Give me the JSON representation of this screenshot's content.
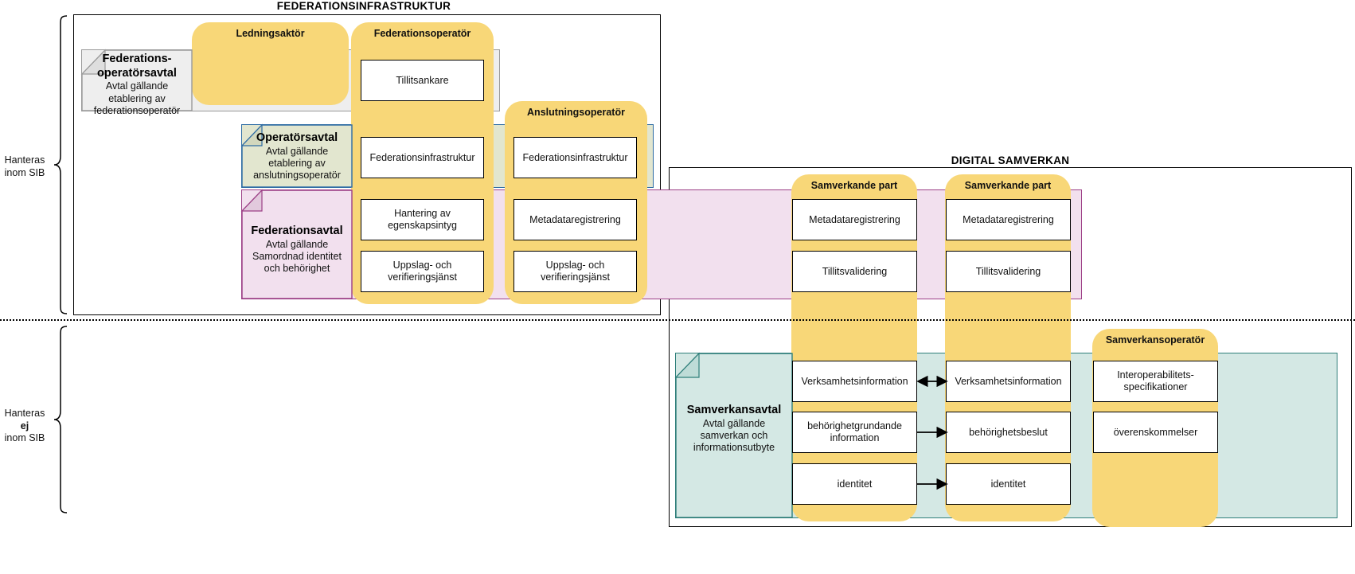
{
  "sections": {
    "federation": {
      "title": "FEDERATIONSINFRASTRUKTUR"
    },
    "digital": {
      "title": "DIGITAL SAMVERKAN"
    }
  },
  "brackets": [
    {
      "label_line1": "Hanteras",
      "label_line2": "inom SIB"
    },
    {
      "label_line1": "Hanteras ej",
      "label_line2": "inom SIB"
    }
  ],
  "agreements": [
    {
      "key": "federationsoperatorsavtal",
      "title_line1": "Federations-",
      "title_line2": "operatörsavtal",
      "sub_line1": "Avtal gällande",
      "sub_line2": "etablering av",
      "sub_line3": "federationsoperatör",
      "fill": "#eeeeee",
      "stroke": "#9a9a9a"
    },
    {
      "key": "operatorsavtal",
      "title_line1": "Operatörsavtal",
      "title_line2": "",
      "sub_line1": "Avtal gällande",
      "sub_line2": "etablering av",
      "sub_line3": "anslutningsoperatör",
      "fill": "#e2e6cf",
      "stroke": "#2e6ca4"
    },
    {
      "key": "federationsavtal",
      "title_line1": "Federationsavtal",
      "title_line2": "",
      "sub_line1": "Avtal gällande",
      "sub_line2": "Samordnad identitet",
      "sub_line3": "och behörighet",
      "fill": "#f2e0ee",
      "stroke": "#9c3f86"
    },
    {
      "key": "samverkansavtal",
      "title_line1": "Samverkansavtal",
      "title_line2": "",
      "sub_line1": "Avtal gällande",
      "sub_line2": "samverkan och",
      "sub_line3": "informationsutbyte",
      "fill": "#d4e8e4",
      "stroke": "#2f7f7a"
    }
  ],
  "lanes": [
    {
      "key": "ledningsaktor",
      "label": "Ledningsaktör"
    },
    {
      "key": "federationsoperator",
      "label": "Federationsoperatör"
    },
    {
      "key": "anslutningsoperator",
      "label": "Anslutningsoperatör"
    },
    {
      "key": "samverkande-part-1",
      "label": "Samverkande part"
    },
    {
      "key": "samverkande-part-2",
      "label": "Samverkande part"
    },
    {
      "key": "samverkansoperator",
      "label": "Samverkansoperatör"
    }
  ],
  "capabilities": {
    "federationsoperator": [
      {
        "label": "Tillitsankare"
      },
      {
        "label": "Federationsinfrastruktur"
      },
      {
        "label": "Hantering av egenskapsintyg",
        "line1": "Hantering av",
        "line2": "egenskapsintyg"
      },
      {
        "label": "Uppslag- och verifieringsjänst",
        "line1": "Uppslag- och",
        "line2": "verifieringsjänst"
      }
    ],
    "anslutningsoperator": [
      {
        "label": "Federationsinfrastruktur"
      },
      {
        "label": "Metadataregistrering"
      },
      {
        "label": "Uppslag- och verifieringsjänst",
        "line1": "Uppslag- och",
        "line2": "verifieringsjänst"
      }
    ],
    "samverkande_part_1": [
      {
        "label": "Metadataregistrering"
      },
      {
        "label": "Tillitsvalidering"
      },
      {
        "label": "Verksamhetsinformation"
      },
      {
        "label": "behörighetgrundande information",
        "line1": "behörighetgrundande",
        "line2": "information"
      },
      {
        "label": "identitet"
      }
    ],
    "samverkande_part_2": [
      {
        "label": "Metadataregistrering"
      },
      {
        "label": "Tillitsvalidering"
      },
      {
        "label": "Verksamhetsinformation"
      },
      {
        "label": "behörighetsbeslut"
      },
      {
        "label": "identitet"
      }
    ],
    "samverkansoperator": [
      {
        "label": "Interoperabilitets- specifikationer",
        "line1": "Interoperabilitets-",
        "line2": "specifikationer"
      },
      {
        "label": "överenskommelser"
      }
    ]
  },
  "connectors": [
    {
      "key": "verksamhetsinformation-link",
      "type": "double-arrow"
    },
    {
      "key": "behorighet-link",
      "type": "arrow-right"
    },
    {
      "key": "identitet-link",
      "type": "arrow-right"
    }
  ],
  "colors": {
    "lane_yellow": "#f8d778",
    "band_grey": "#eeeeee",
    "band_green": "#e2e6cf",
    "band_pink": "#f2e0ee",
    "band_teal": "#d4e8e4",
    "outline_black": "#000000"
  }
}
